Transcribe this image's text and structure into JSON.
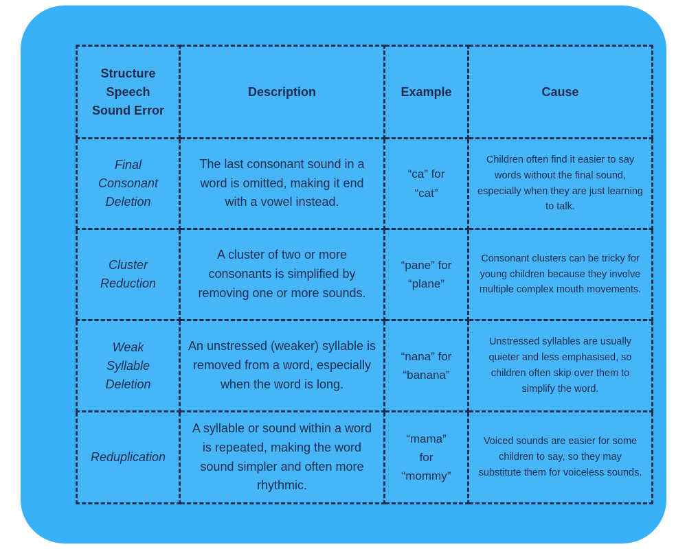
{
  "card": {
    "background_color": "#38b1f8",
    "line_and_text_color": "#1e2c4f"
  },
  "table": {
    "headers": [
      "Structure\nSpeech\nSound Error",
      "Description",
      "Example",
      "Cause"
    ],
    "rows": [
      {
        "error": "Final\nConsonant\nDeletion",
        "description": "The last consonant sound in a word is omitted, making it end with a vowel instead.",
        "example": "“ca” for\n“cat”",
        "cause": "Children often find it easier to say words without the final sound, especially when they are just learning to talk."
      },
      {
        "error": "Cluster\nReduction",
        "description": "A cluster of two or more consonants is simplified by removing one or more sounds.",
        "example": "“pane” for\n“plane”",
        "cause": "Consonant clusters can be tricky for young children because they involve multiple complex mouth movements."
      },
      {
        "error": "Weak\nSyllable\nDeletion",
        "description": "An unstressed (weaker) syllable is removed from a word, especially when the word is long.",
        "example": "“nana” for\n“banana”",
        "cause": "Unstressed syllables are usually quieter and less emphasised, so children often skip over them to simplify the word."
      },
      {
        "error": "Reduplication",
        "description": "A syllable or sound within a word is repeated, making the word sound simpler and often more rhythmic.",
        "example": "“mama”\nfor\n“mommy”",
        "cause": "Voiced sounds are easier for some children to say, so they may substitute them for voiceless sounds."
      }
    ]
  }
}
